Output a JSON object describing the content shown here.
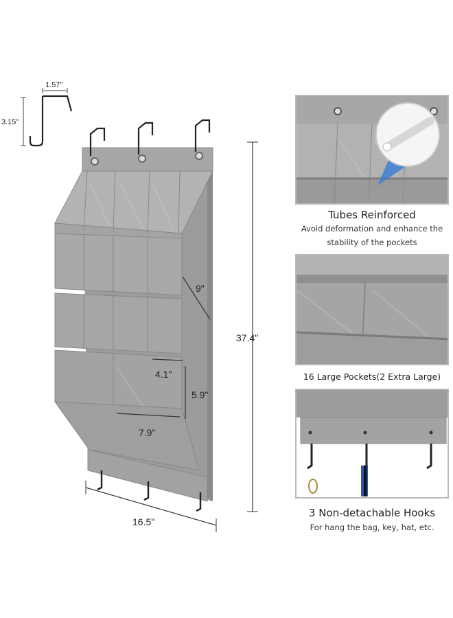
{
  "dimensions": {
    "hook_width": "1.57\"",
    "hook_height": "3.15\"",
    "total_height": "37.4\"",
    "depth": "9\"",
    "pocket_width_small": "4.1\"",
    "pocket_height": "5.9\"",
    "pocket_width_large": "7.9\"",
    "total_width": "16.5\""
  },
  "features": [
    {
      "title": "Tubes Reinforced",
      "description": "Avoid deformation and enhance the stability of the pockets"
    },
    {
      "title": "16 Large Pockets(2 Extra Large)",
      "description": ""
    },
    {
      "title": "3 Non-detachable Hooks",
      "description": "For  hang the bag, key, hat, etc."
    }
  ],
  "colors": {
    "fabric": "#9a9a9a",
    "fabric_dark": "#7d7d7d",
    "fabric_light": "#b5b5b5",
    "hook": "#222222"
  }
}
